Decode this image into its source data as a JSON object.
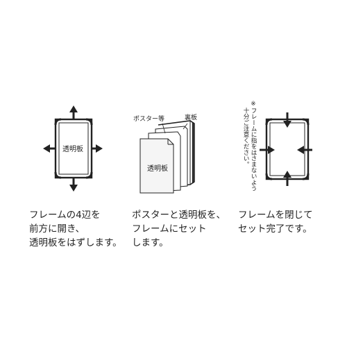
{
  "steps": [
    {
      "label_inside": "透明板",
      "caption": [
        "フレームの4辺を",
        "前方に開き、",
        "透明板をはずします。"
      ]
    },
    {
      "label_inside": "透明板",
      "label_poster": "ポスター等",
      "label_back": "裏板",
      "caption": [
        "ポスターと透明板を、",
        "フレームにセット",
        "します。"
      ]
    },
    {
      "note": [
        "※フレームに指をはさまないよう",
        "十分ご注意ください。"
      ],
      "caption": [
        "フレームを閉じて",
        "セット完了です。"
      ]
    }
  ]
}
